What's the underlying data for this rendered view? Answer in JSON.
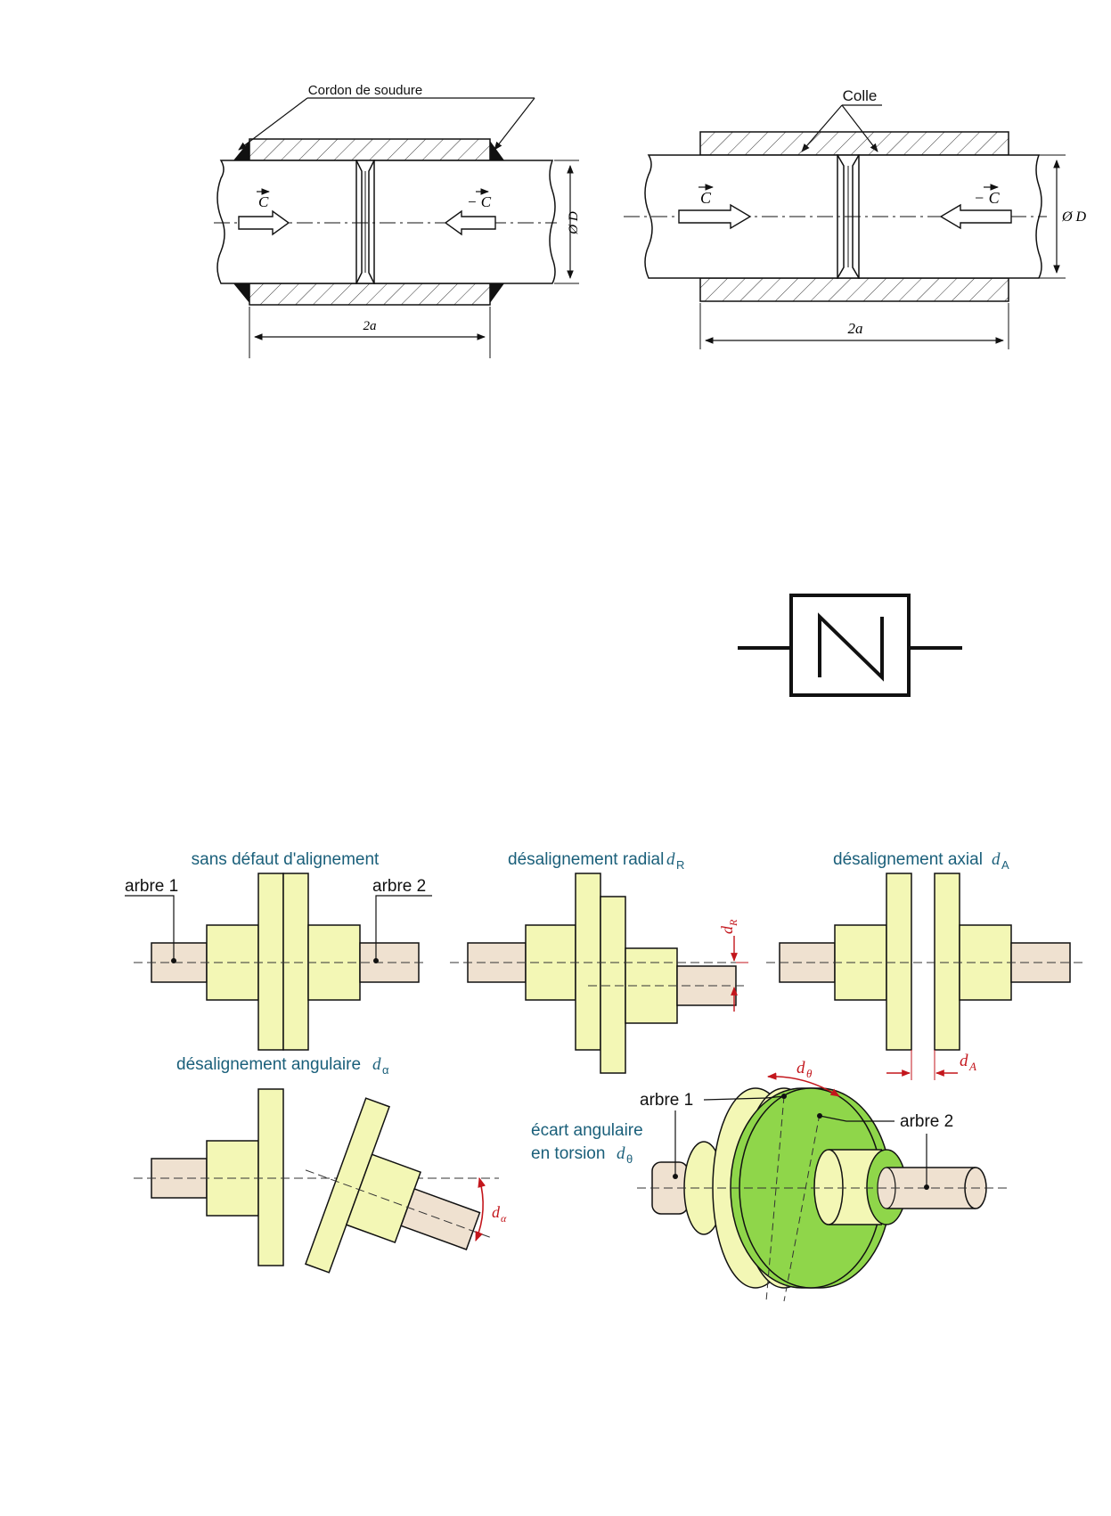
{
  "weld_coupling": {
    "title": "Cordon de soudure",
    "torque_left": "C",
    "torque_right": "− C",
    "diameter": "Ø D",
    "length": "2a"
  },
  "glue_coupling": {
    "title": "Colle",
    "torque_left": "C",
    "torque_right": "− C",
    "diameter": "Ø D",
    "length": "2a"
  },
  "symbol": {
    "letter": "N"
  },
  "misalignment": {
    "none": {
      "title": "sans défaut d'alignement",
      "shaft1": "arbre 1",
      "shaft2": "arbre 2"
    },
    "radial": {
      "title": "désalignement radial",
      "sym": "d",
      "sub": "R"
    },
    "axial": {
      "title": "désalignement axial",
      "sym": "d",
      "sub": "A"
    },
    "angular": {
      "title": "désalignement angulaire",
      "sym": "d",
      "sub": "α"
    },
    "torsion": {
      "line1": "écart angulaire",
      "line2": "en torsion",
      "sym": "d",
      "sub": "θ",
      "shaft1": "arbre 1",
      "shaft2": "arbre 2"
    }
  },
  "colors": {
    "part_fill": "#f3f7b5",
    "shaft_fill": "#efe1d0",
    "accent_green": "#8fd64a",
    "label_teal": "#1a5f7a",
    "dim_red": "#c3161c"
  }
}
